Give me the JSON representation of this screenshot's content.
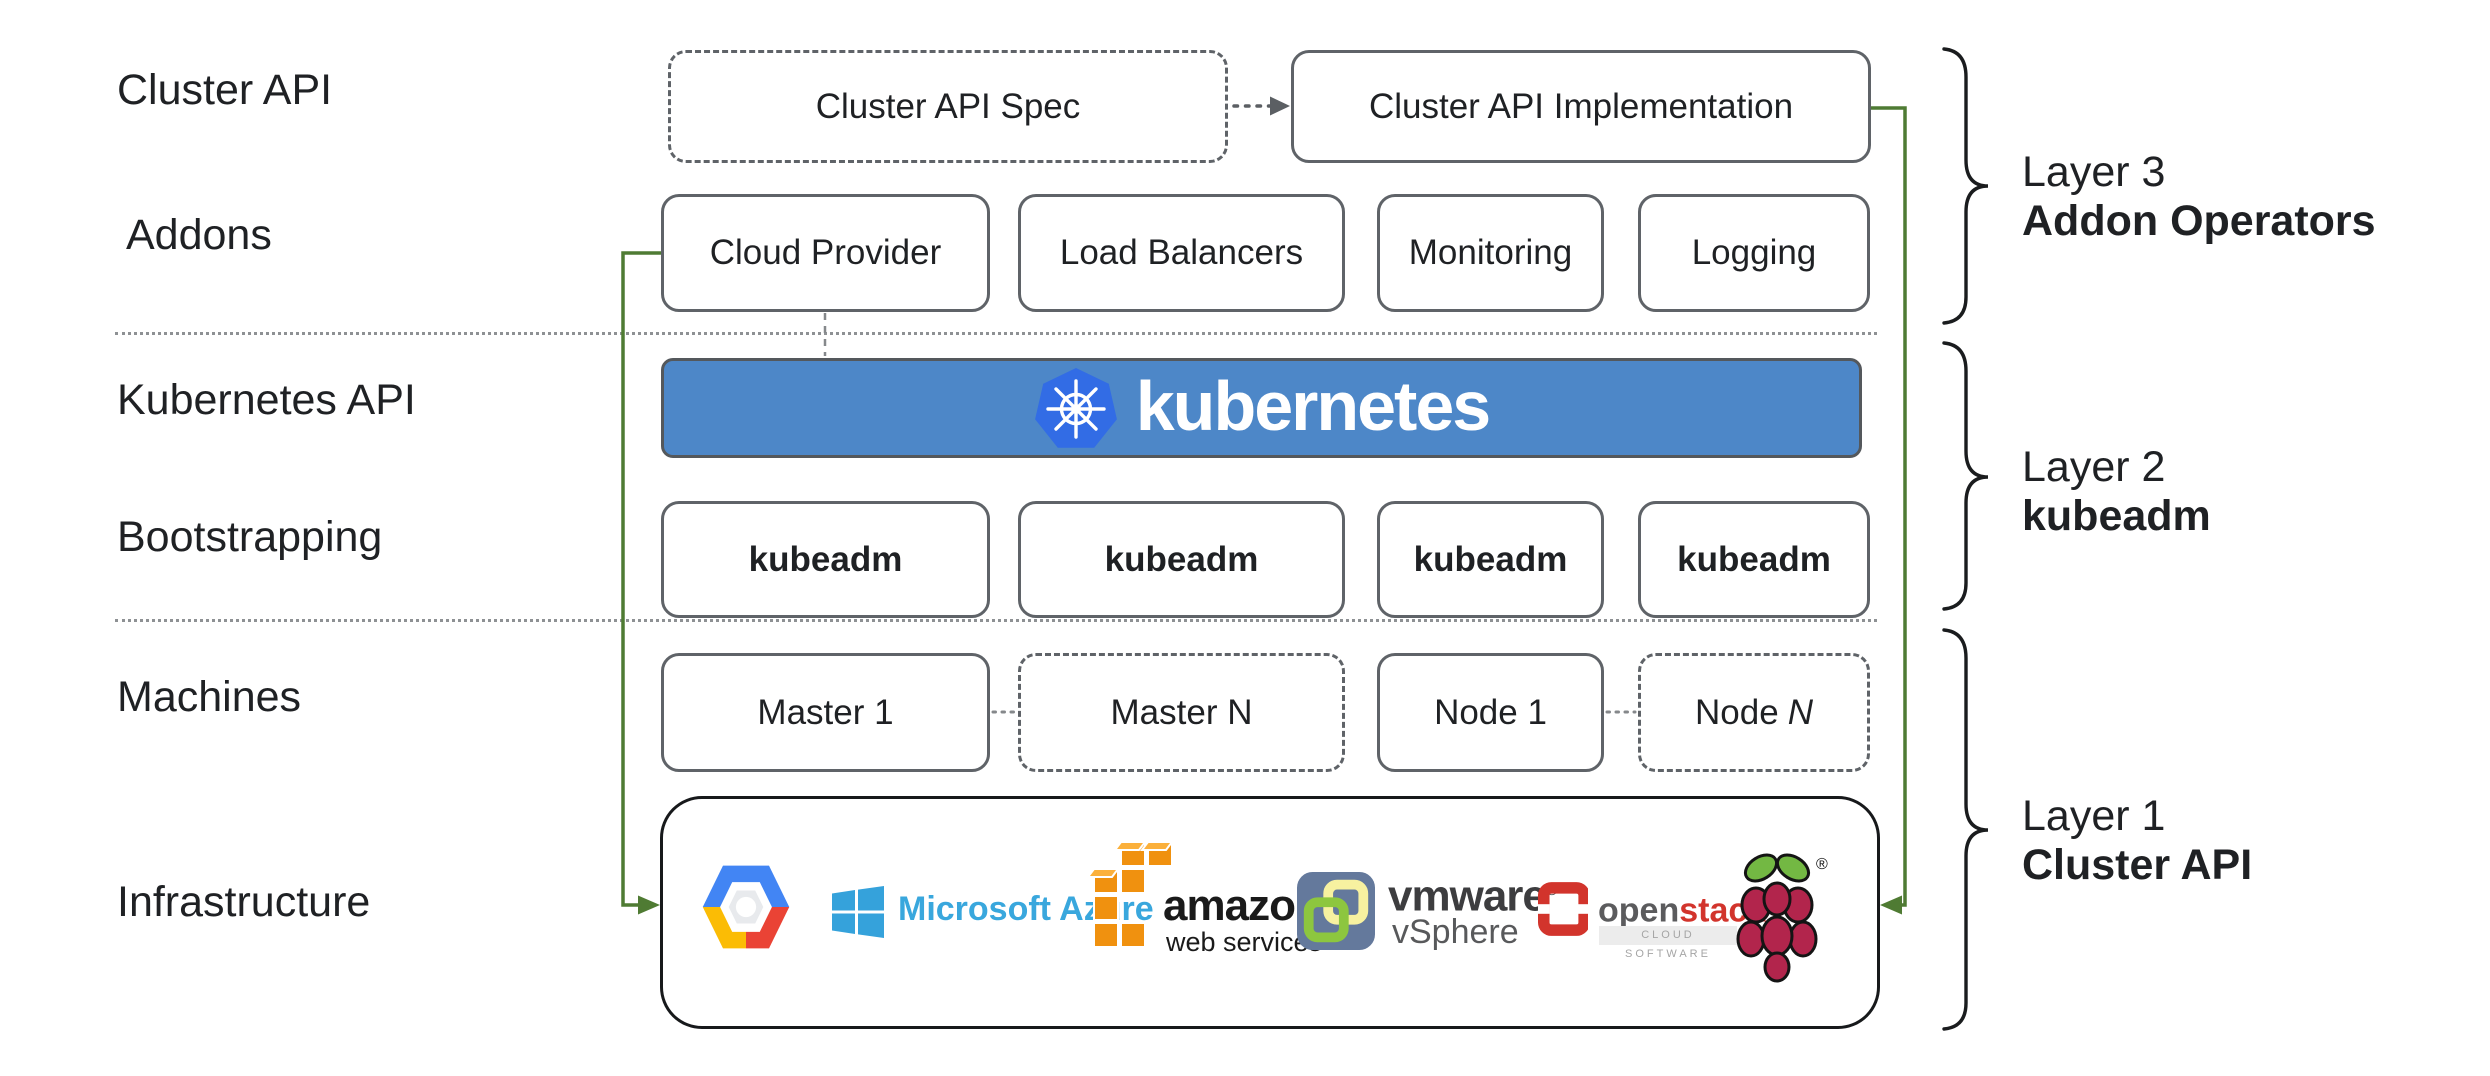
{
  "row_labels": [
    {
      "label": "Cluster API"
    },
    {
      "label": "Addons"
    },
    {
      "label": "Kubernetes API"
    },
    {
      "label": "Bootstrapping"
    },
    {
      "label": "Machines"
    },
    {
      "label": "Infrastructure"
    }
  ],
  "cluster_api_row": {
    "spec": "Cluster API Spec",
    "implementation": "Cluster API Implementation"
  },
  "addons_row": {
    "boxes": [
      "Cloud Provider",
      "Load Balancers",
      "Monitoring",
      "Logging"
    ]
  },
  "kubernetes_row": {
    "wordmark": "kubernetes"
  },
  "bootstrapping_row": {
    "boxes": [
      "kubeadm",
      "kubeadm",
      "kubeadm",
      "kubeadm"
    ]
  },
  "machines_row": {
    "master_1": "Master 1",
    "master_n": "Master N",
    "node_1": "Node 1",
    "node_n_word": "Node",
    "node_n_var": "N"
  },
  "infrastructure_row": {
    "azure_text": "Microsoft Azure",
    "aws_line1": "amazon",
    "aws_line2": "web services",
    "vmware_line1": "vmware",
    "vmware_reg": "®",
    "vmware_line2": "vSphere",
    "openstack_part1": "open",
    "openstack_part2": "stack",
    "openstack_tm": "™",
    "openstack_sub": "CLOUD SOFTWARE",
    "raspberry_reg": "®"
  },
  "layers": [
    {
      "title": "Layer 3",
      "subtitle": "Addon Operators"
    },
    {
      "title": "Layer 2",
      "subtitle": "kubeadm"
    },
    {
      "title": "Layer 1",
      "subtitle": "Cluster API"
    }
  ],
  "colors": {
    "banner_blue": "#4d87c8",
    "kubernetes_logo_blue": "#326ce5",
    "connector_green": "#4f7b33",
    "box_border_gray": "#5f6368",
    "azure_blue": "#35a2db",
    "aws_orange": "#f0910f",
    "vmware_green": "#8dc63f",
    "openstack_red": "#d2342c",
    "raspberry_red": "#b2254c",
    "leaf_green": "#73b843"
  }
}
